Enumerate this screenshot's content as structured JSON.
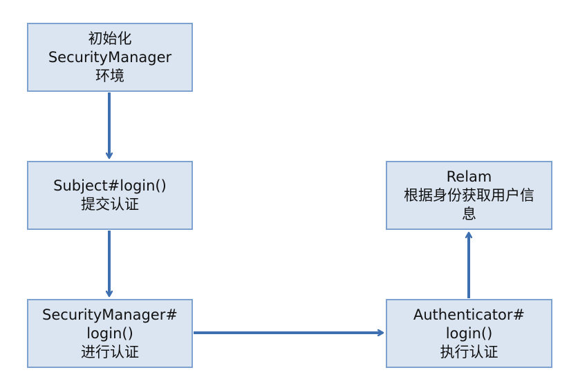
{
  "colors": {
    "box_fill": "#dbe5f2",
    "box_border": "#7ea2cf",
    "arrow": "#3e6fb0",
    "text": "#111111"
  },
  "boxes": {
    "init": {
      "lines": [
        "初始化",
        "SecurityManager",
        "环境"
      ]
    },
    "subject": {
      "lines": [
        "Subject#login()",
        "提交认证"
      ]
    },
    "security_manager": {
      "lines": [
        "SecurityManager#",
        "login()",
        "进行认证"
      ]
    },
    "authenticator": {
      "lines": [
        "Authenticator#",
        "login()",
        "执行认证"
      ]
    },
    "realm": {
      "lines": [
        "Relam",
        "根据身份获取用户信",
        "息"
      ]
    }
  },
  "edges": [
    {
      "from": "init",
      "to": "subject"
    },
    {
      "from": "subject",
      "to": "security_manager"
    },
    {
      "from": "security_manager",
      "to": "authenticator"
    },
    {
      "from": "authenticator",
      "to": "realm"
    }
  ]
}
